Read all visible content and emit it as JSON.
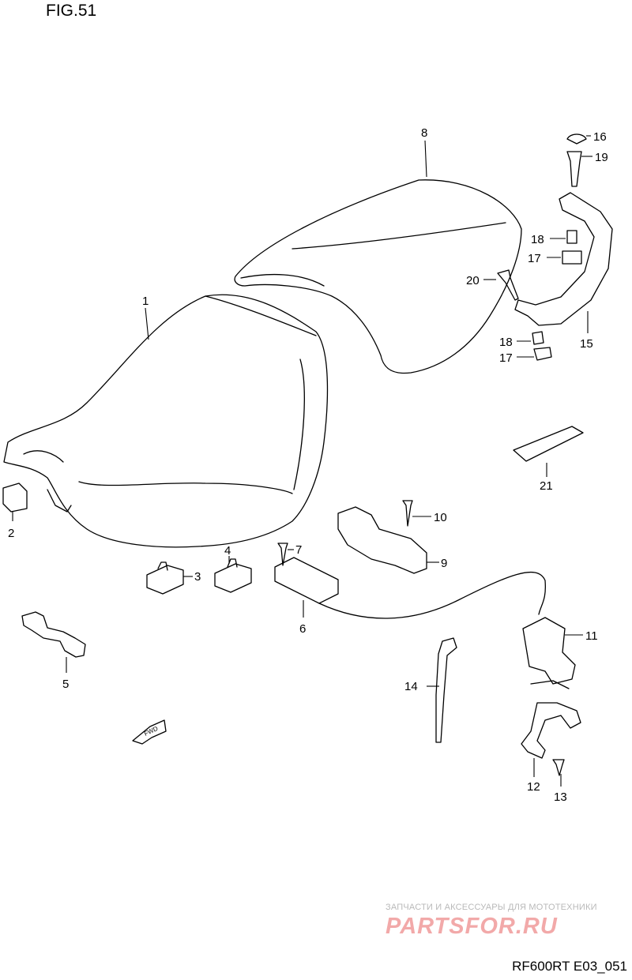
{
  "figure": {
    "title": "FIG.51",
    "code": "RF600RT E03_051"
  },
  "watermark": {
    "tagline": "ЗАПЧАСТИ И АКСЕССУАРЫ ДЛЯ МОТОТЕХНИКИ",
    "logo": "PARTSFOR.RU"
  },
  "direction_marker": "FWD",
  "callouts": [
    "1",
    "2",
    "3",
    "4",
    "5",
    "6",
    "7",
    "8",
    "9",
    "10",
    "11",
    "12",
    "13",
    "14",
    "15",
    "16",
    "17",
    "17",
    "18",
    "18",
    "19",
    "20",
    "21"
  ]
}
